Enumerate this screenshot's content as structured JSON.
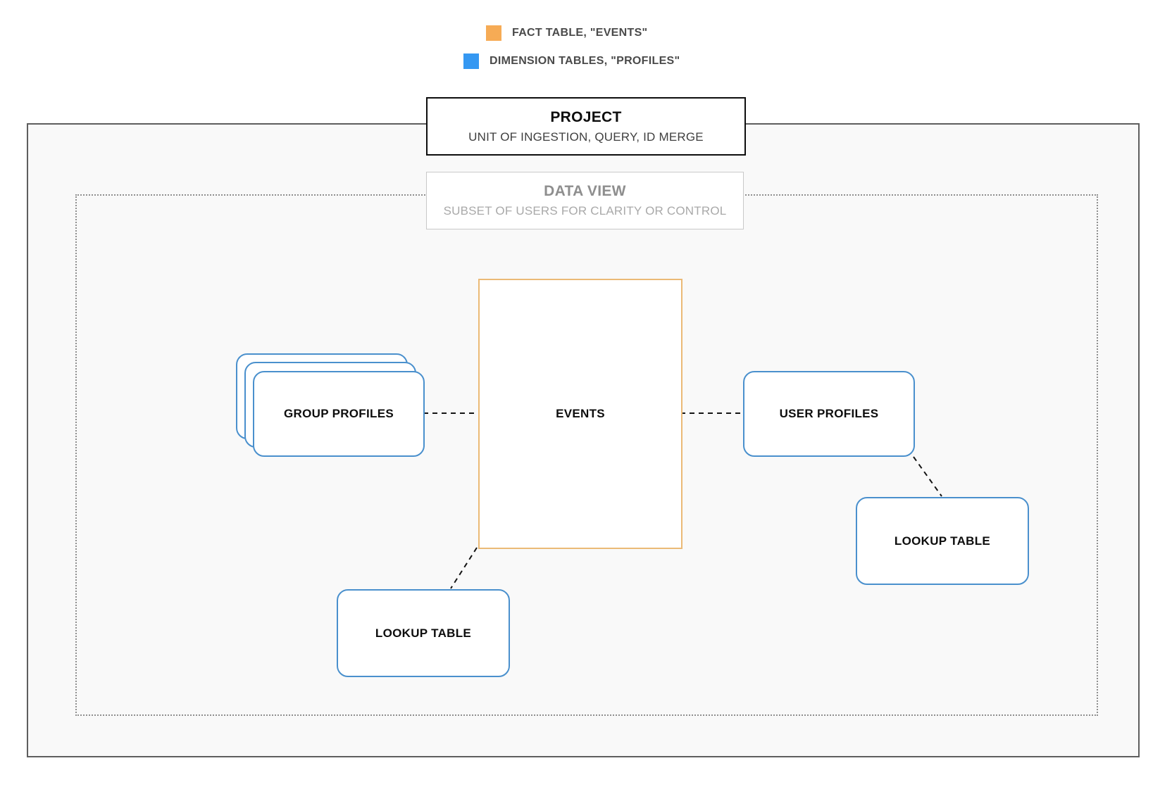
{
  "legend": {
    "items": [
      {
        "name": "fact-table",
        "label": "FACT TABLE, \"EVENTS\"",
        "swatch_color": "#F6AB55"
      },
      {
        "name": "dimension-tables",
        "label": "DIMENSION TABLES, \"PROFILES\"",
        "swatch_color": "#3598F2"
      }
    ]
  },
  "project_box": {
    "title": "PROJECT",
    "subtitle": "UNIT OF INGESTION, QUERY, ID MERGE"
  },
  "data_view_box": {
    "title": "DATA VIEW",
    "subtitle": "SUBSET OF USERS FOR CLARITY OR CONTROL"
  },
  "nodes": {
    "events": {
      "label": "EVENTS",
      "border_color": "#EBBA76",
      "type": "fact-table"
    },
    "group_profiles": {
      "label": "GROUP PROFILES",
      "border_color": "#4A90CD",
      "type": "dimension-table-stack"
    },
    "user_profiles": {
      "label": "USER PROFILES",
      "border_color": "#4A90CD",
      "type": "dimension-table"
    },
    "lookup_table_bottom": {
      "label": "LOOKUP TABLE",
      "border_color": "#4A90CD",
      "type": "dimension-table"
    },
    "lookup_table_right": {
      "label": "LOOKUP TABLE",
      "border_color": "#4A90CD",
      "type": "dimension-table"
    }
  },
  "connectors": [
    {
      "from": "group_profiles",
      "to": "events",
      "style": "dashed"
    },
    {
      "from": "events",
      "to": "user_profiles",
      "style": "dashed"
    },
    {
      "from": "user_profiles",
      "to": "lookup_table_right",
      "style": "dashed"
    },
    {
      "from": "events",
      "to": "lookup_table_bottom",
      "style": "dashed"
    }
  ]
}
